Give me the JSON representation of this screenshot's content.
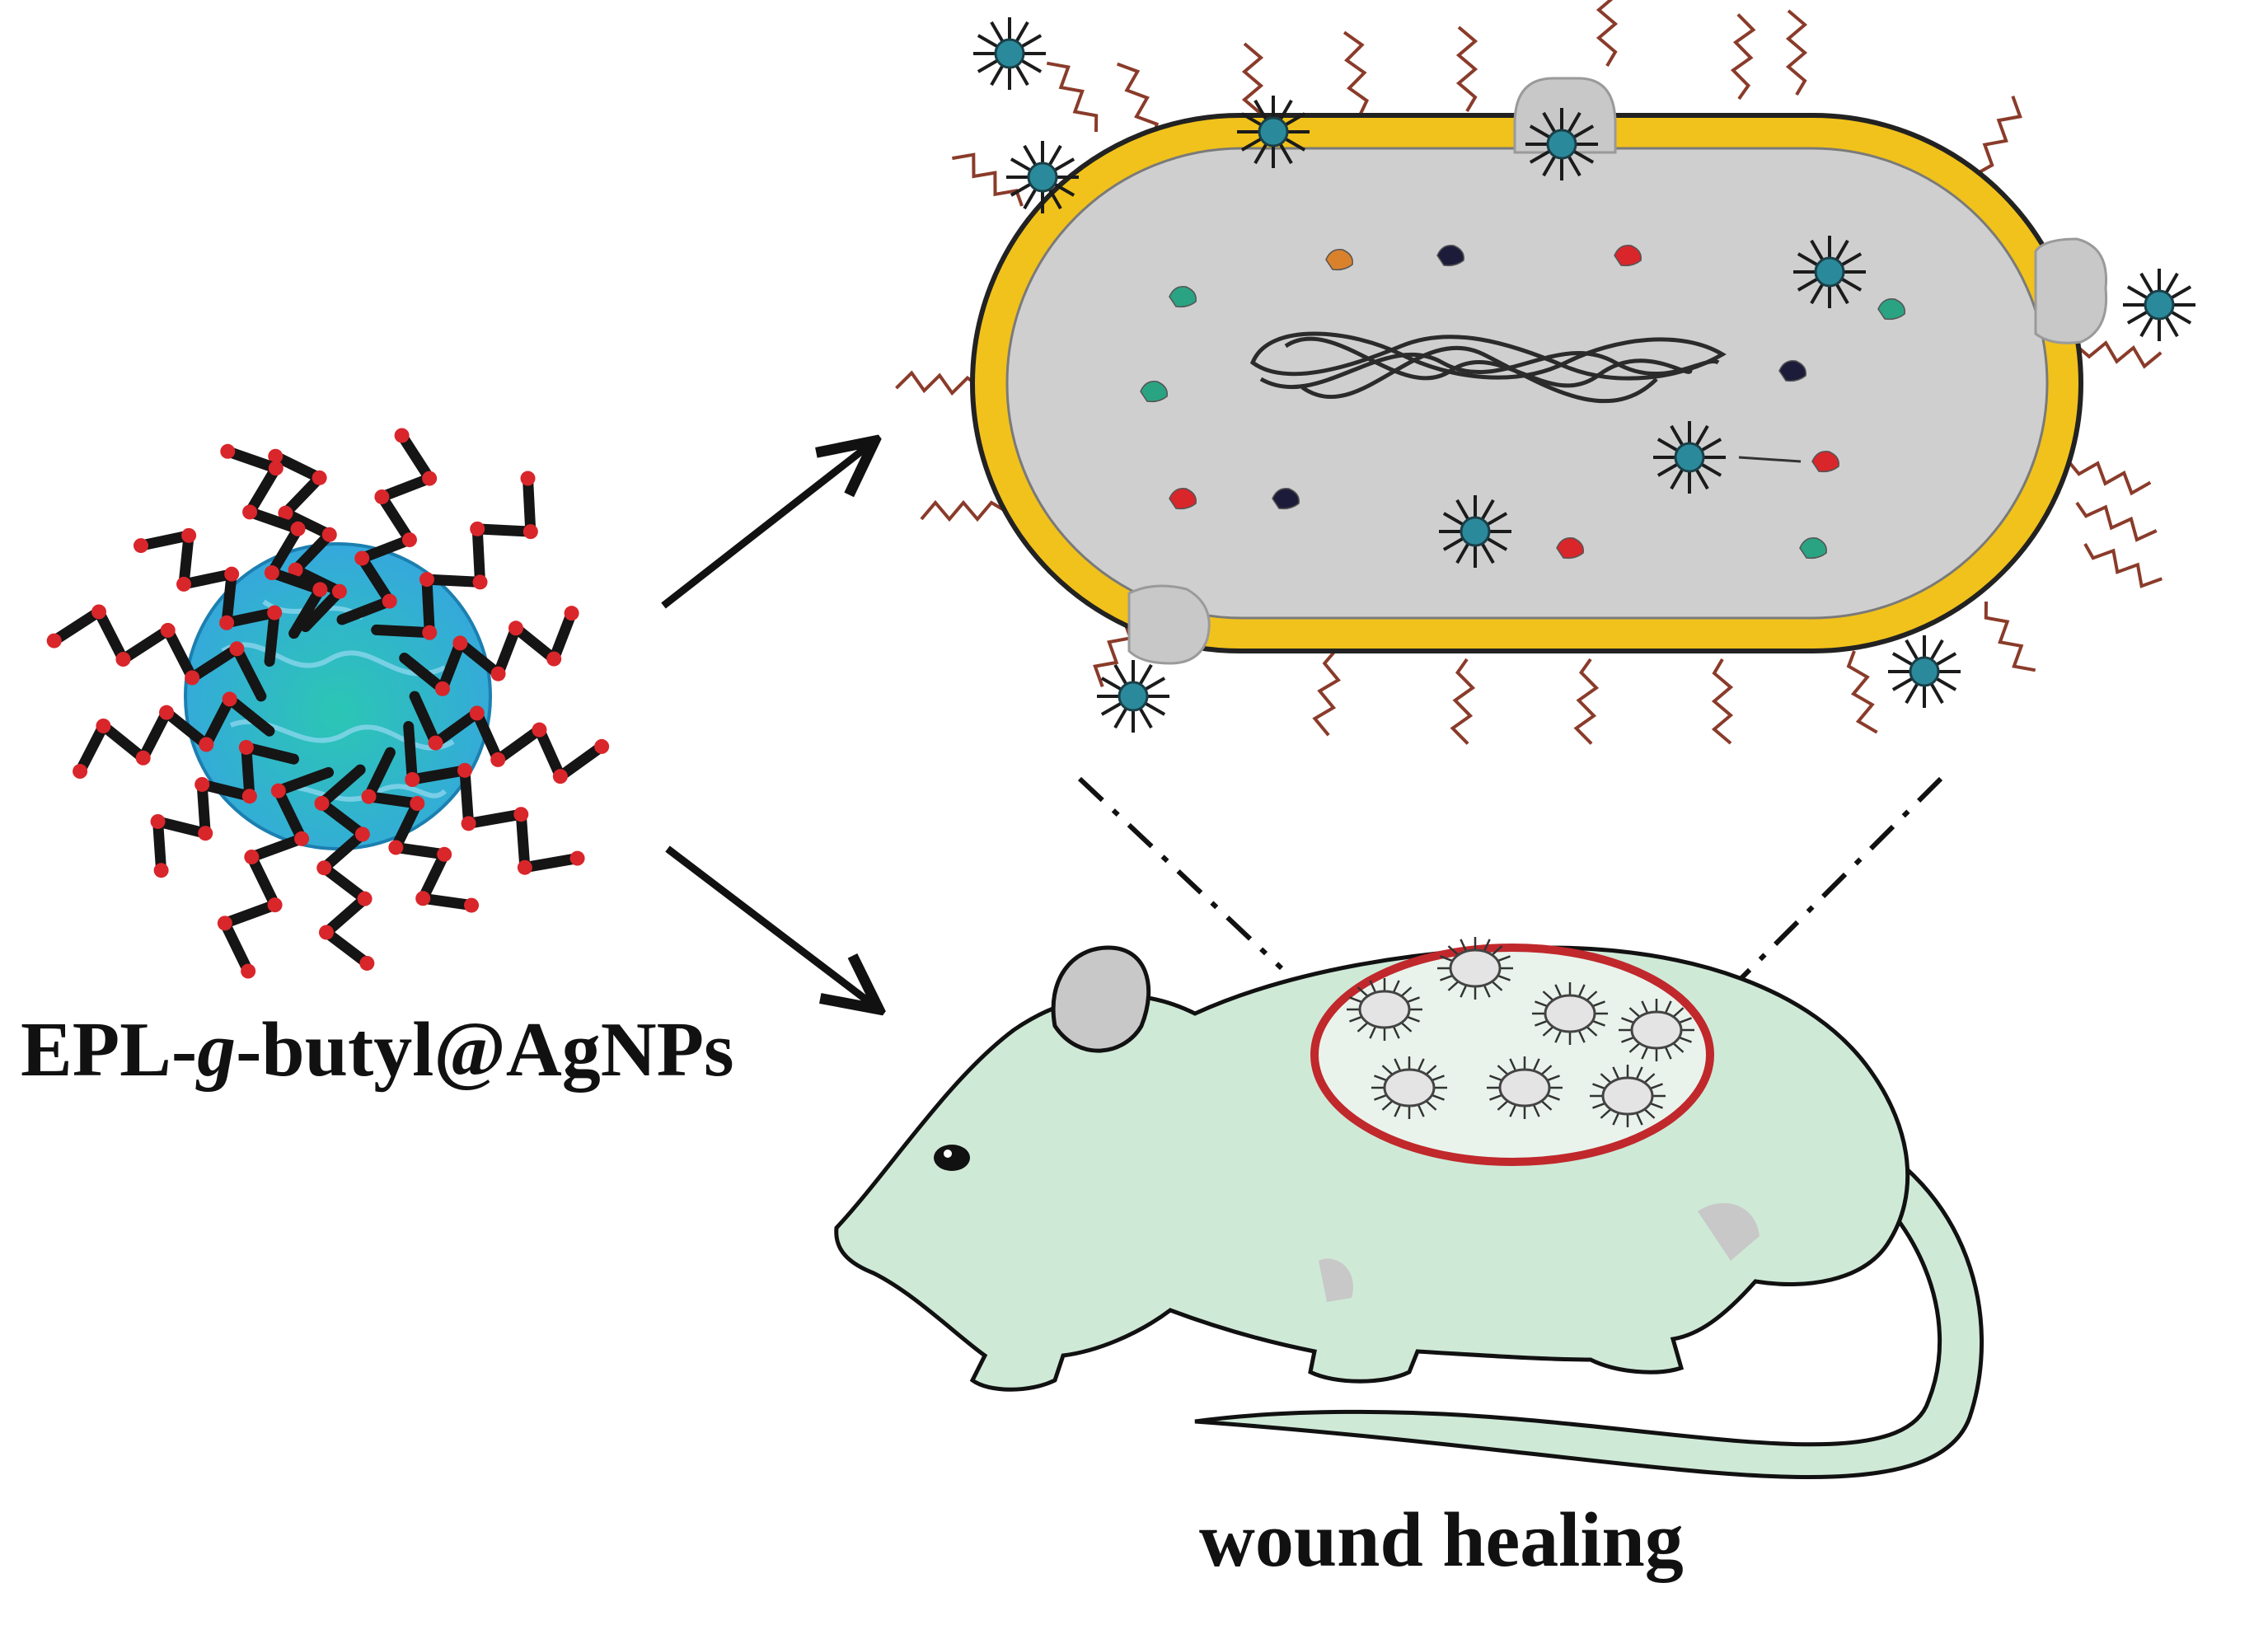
{
  "labels": {
    "nanoparticle_prefix": "EPL-",
    "nanoparticle_italic": "g",
    "nanoparticle_suffix": "-butyl@AgNPs",
    "outcome": "wound healing"
  },
  "colors": {
    "nanoparticle_core": "#35a8dc",
    "nanoparticle_core_center": "#2bc6b4",
    "polymer_chain": "#151515",
    "polymer_node": "#d8262b",
    "cell_wall": "#f1c21b",
    "cytoplasm": "#cfcfcf",
    "silver_particle": "#2a8a9c",
    "flagella": "#8a3b2a",
    "mouse_body": "#cfe9d7",
    "mouse_ear": "#c8c8c8",
    "wound_ring": "#c0282c",
    "outline": "#111111"
  }
}
